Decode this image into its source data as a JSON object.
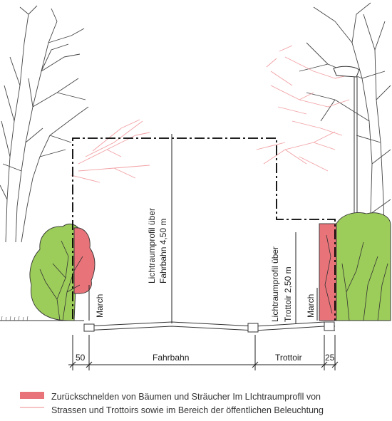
{
  "labels": {
    "lichtraum_fahrbahn_line1": "Lichtraumprofil über",
    "lichtraum_fahrbahn_line2": "Fahrbahn 4,50 m",
    "lichtraum_trottoir_line1": "Lichtraumprofil über",
    "lichtraum_trottoir_line2": "Trottoir 2,50 m",
    "march_left": "March",
    "march_right": "March"
  },
  "dimensions": {
    "left_offset": "50",
    "fahrbahn": "Fahrbahn",
    "trottoir": "Trottoir",
    "right_offset": "25"
  },
  "legend": {
    "line1": "Zurückschnelden von Bäumen und Sträucher Im LIchtraumprofll von",
    "line2": "Strassen und Trottoirs sowie im Bereich der öffentlichen Beleuchtung"
  },
  "colors": {
    "cut_zone": "#e8747a",
    "cut_branches": "#f2a0a4",
    "shrub_green": "#9ccc5a",
    "outline": "#333333",
    "profile_line": "#000000"
  }
}
